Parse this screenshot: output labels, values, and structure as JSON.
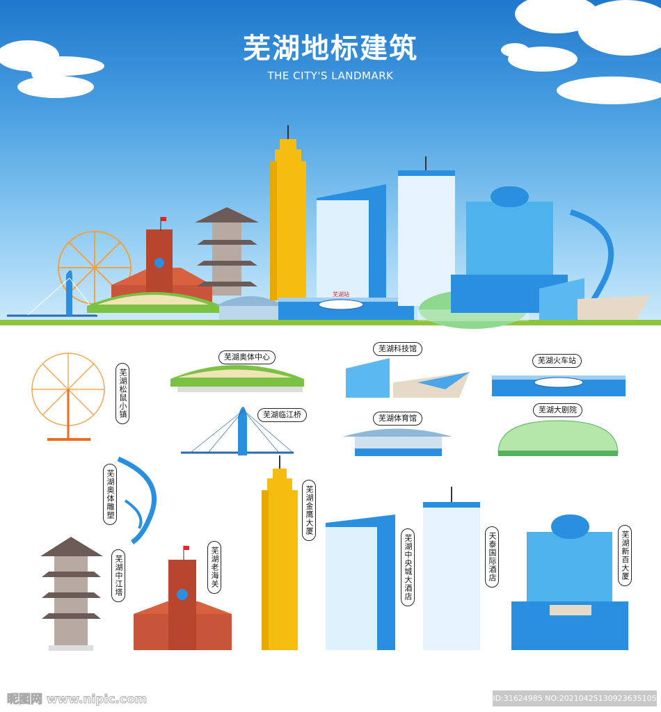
{
  "header": {
    "title": "芜湖地标建筑",
    "subtitle": "THE CITY'S LANDMARK"
  },
  "colors": {
    "sky_top": "#1f78cc",
    "sky_bottom": "#cbe9fa",
    "ground": "#8cc43c",
    "gold": "#f5bd10",
    "blue": "#2b8fe0",
    "brick": "#c8553a",
    "orange": "#f08a2a"
  },
  "station_sign": "芜湖站",
  "landmarks": [
    {
      "name": "芜湖松鼠小镇"
    },
    {
      "name": "芜湖奥体中心"
    },
    {
      "name": "芜湖科技馆"
    },
    {
      "name": "芜湖火车站"
    },
    {
      "name": "芜湖临江桥"
    },
    {
      "name": "芜湖体育馆"
    },
    {
      "name": "芜湖大剧院"
    },
    {
      "name": "芜湖奥体雕塑"
    },
    {
      "name": "芜湖金鹰大厦"
    },
    {
      "name": "芜湖中江塔"
    },
    {
      "name": "芜湖老海关"
    },
    {
      "name": "芜湖中央城大酒店"
    },
    {
      "name": "天泰国际酒店"
    },
    {
      "name": "芜湖新百大厦"
    }
  ],
  "watermark": {
    "site": "昵图网 www.nipic.com",
    "id": "ID:31624985 NO:20210425130923635105"
  }
}
